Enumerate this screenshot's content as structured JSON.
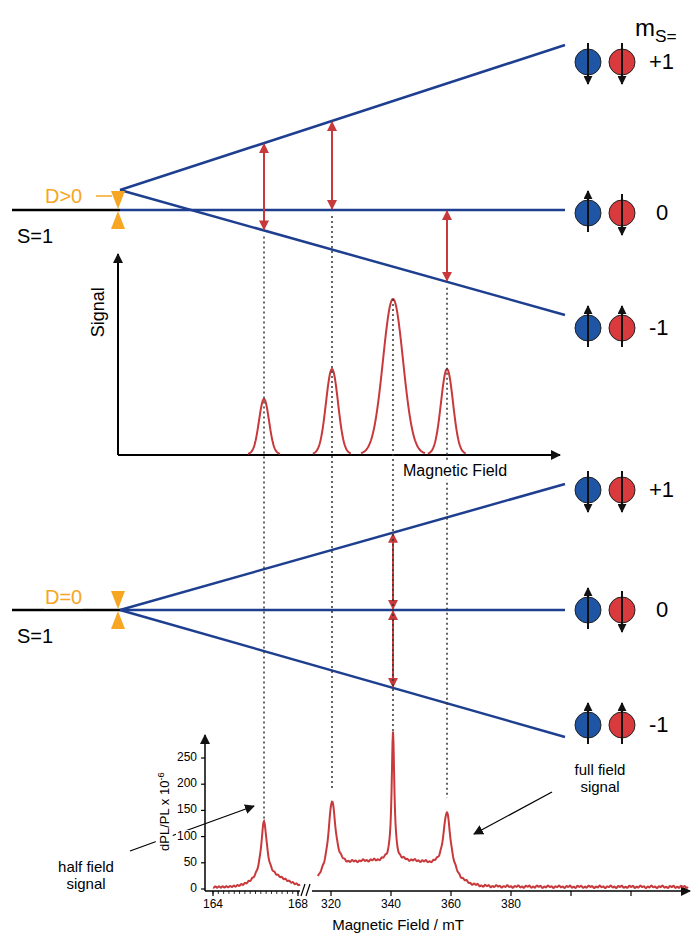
{
  "diagram": {
    "labels": [
      "m",
      "S=",
      "+1",
      "0",
      "-1",
      "D>0",
      "S=1",
      "Signal",
      "Magnetic Field",
      "+1",
      "0",
      "-1",
      "D=0",
      "S=1",
      "dPL/PL x 10",
      "-6",
      "0",
      "50",
      "100",
      "150",
      "200",
      "250",
      "164",
      "168",
      "320",
      "340",
      "360",
      "380",
      "Magnetic Field / mT",
      "half field signal",
      "full field signal"
    ]
  }
}
